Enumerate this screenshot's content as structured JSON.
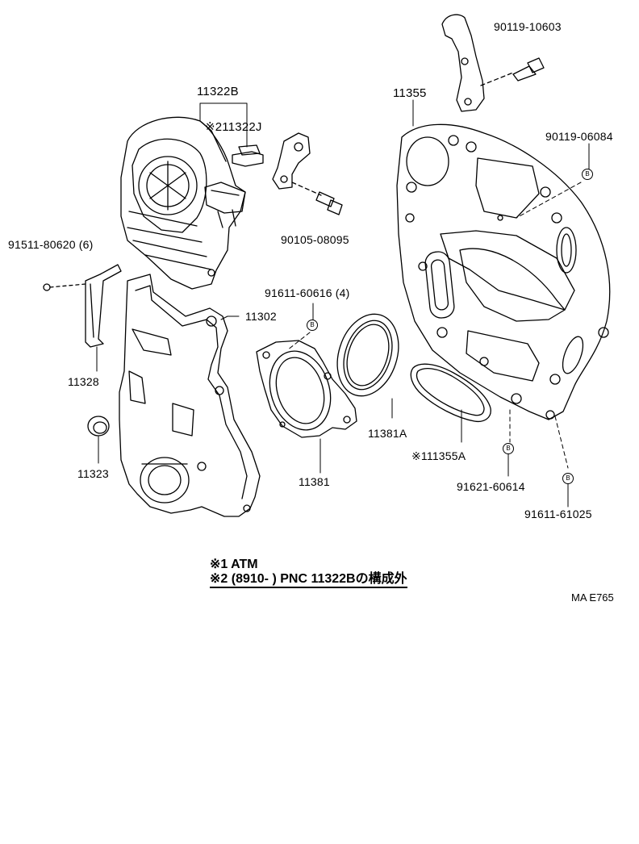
{
  "labels": {
    "p90119_10603": "90119-10603",
    "p11322B": "11322B",
    "p11322J": "※211322J",
    "p11355": "11355",
    "p90119_06084": "90119-06084",
    "p90105_08095": "90105-08095",
    "p91511_80620": "91511-80620 (6)",
    "p91611_60616": "91611-60616 (4)",
    "p11302": "11302",
    "p11328": "11328",
    "p11381A": "11381A",
    "p11355A": "※111355A",
    "p11323": "11323",
    "p11381": "11381",
    "p91621_60614": "91621-60614",
    "p91611_61025": "91611-61025"
  },
  "bolt_marker": "B",
  "notes": {
    "line1": "※1 ATM",
    "line2": "※2 (8910-         ) PNC 11322Bの構成外"
  },
  "figure_ref": "MA E765",
  "colors": {
    "ink": "#000000",
    "paper": "#ffffff"
  }
}
